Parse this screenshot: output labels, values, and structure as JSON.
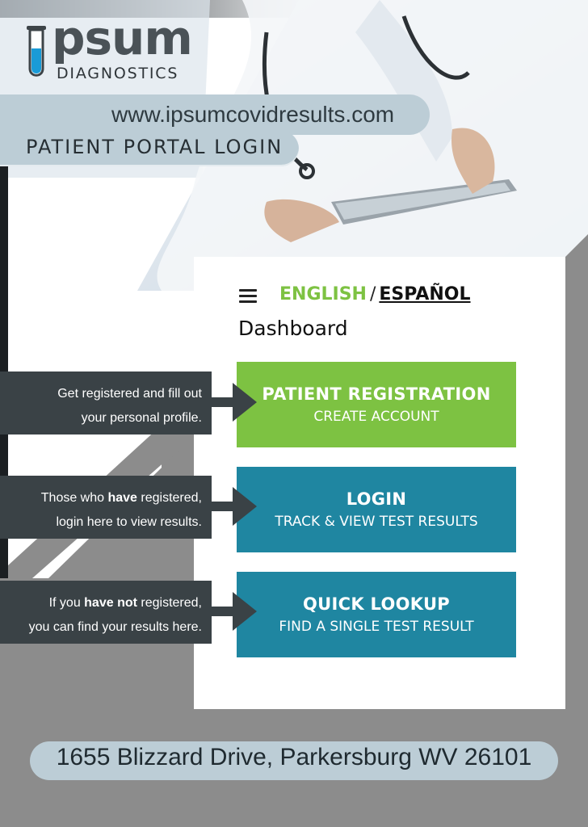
{
  "brand": {
    "logo_word": "psum",
    "logo_sub": "DIAGNOSTICS"
  },
  "url_text": "www.ipsumcovidresults.com",
  "portal_heading": "PATIENT PORTAL LOGIN",
  "header": {
    "lang_english": "ENGLISH",
    "lang_separator": "/",
    "lang_spanish": "ESPAÑOL",
    "page_title": "Dashboard"
  },
  "actions": [
    {
      "title": "PATIENT REGISTRATION",
      "subtitle": "CREATE ACCOUNT",
      "color": "#7dc242"
    },
    {
      "title": "LOGIN",
      "subtitle": "TRACK & VIEW TEST RESULTS",
      "color": "#1f86a1"
    },
    {
      "title": "QUICK LOOKUP",
      "subtitle": "FIND A SINGLE TEST RESULT",
      "color": "#1f86a1"
    }
  ],
  "callouts": [
    {
      "line1_pre": "Get registered and fill out",
      "line1_bold": "",
      "line1_post": "",
      "line2": "your personal profile."
    },
    {
      "line1_pre": "Those who ",
      "line1_bold": "have",
      "line1_post": " registered,",
      "line2": "login here to view results."
    },
    {
      "line1_pre": "If you ",
      "line1_bold": "have not",
      "line1_post": " registered,",
      "line2": "you can find your results here."
    }
  ],
  "address": "1655 Blizzard Drive, Parkersburg WV 26101",
  "colors": {
    "accent_green": "#7dc242",
    "accent_teal": "#1f86a1",
    "callout_dark": "#3a4246",
    "pill_blue": "#bccdd6",
    "gray_band": "#8c8c8c"
  }
}
